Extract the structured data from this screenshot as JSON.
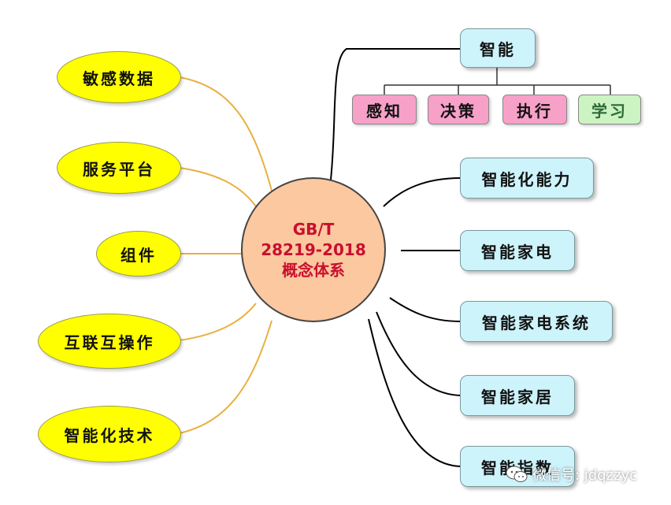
{
  "center": {
    "lines": [
      "GB/T",
      "28219-2018",
      "概念体系"
    ]
  },
  "left_nodes": [
    "敏感数据",
    "服务平台",
    "组件",
    "互联互操作",
    "智能化技术"
  ],
  "top_node": {
    "label": "智能",
    "children": [
      "感知",
      "决策",
      "执行",
      "学习"
    ]
  },
  "right_nodes": [
    "智能化能力",
    "智能家电",
    "智能家电系统",
    "智能家居",
    "智能指数"
  ],
  "watermark": {
    "text": "微信号: jdqzzyc"
  },
  "colors": {
    "center_fill": "#fbc8a0",
    "center_text": "#c8102e",
    "oval_fill": "#ffff00",
    "box_fill": "#cdf3fb",
    "pink_fill": "#f7a0c8",
    "green_fill": "#ccf3c2",
    "left_connector": "#e8b040",
    "right_connector": "#000000"
  }
}
